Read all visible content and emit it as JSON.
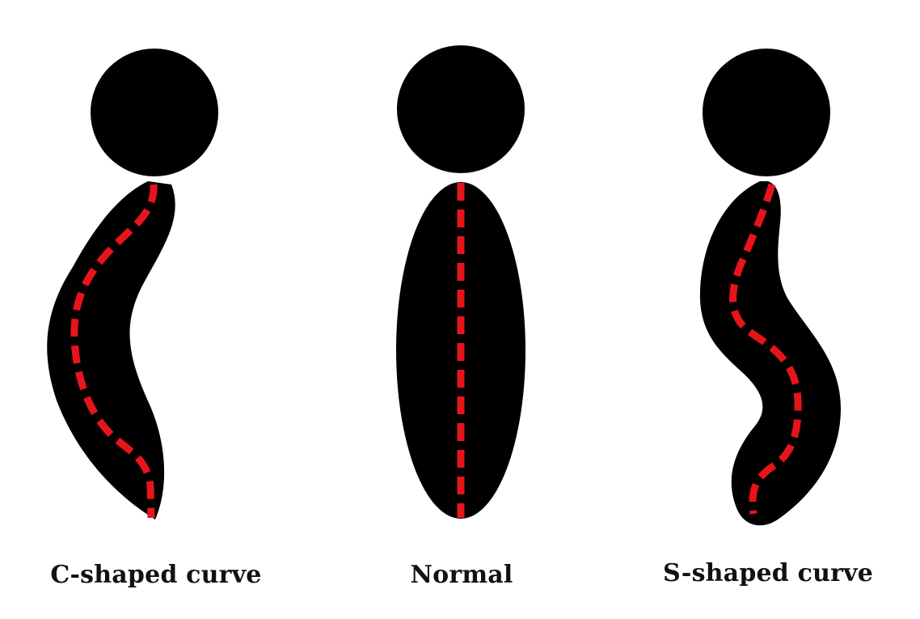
{
  "colors": {
    "background": "#ffffff",
    "silhouette": "#000000",
    "spine": "#e8141b",
    "caption": "#111111"
  },
  "figures": [
    {
      "id": "c-shaped",
      "caption": "C-shaped curve",
      "icon": "c-curve-spine-silhouette"
    },
    {
      "id": "normal",
      "caption": "Normal",
      "icon": "straight-spine-silhouette"
    },
    {
      "id": "s-shaped",
      "caption": "S-shaped curve",
      "icon": "s-curve-spine-silhouette"
    }
  ]
}
